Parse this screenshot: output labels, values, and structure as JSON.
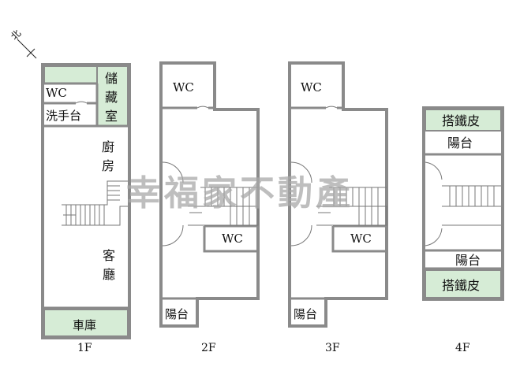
{
  "north_label": "北",
  "watermark": "幸福家不動產",
  "floors": {
    "f1": {
      "label": "1F",
      "rooms": {
        "wc": "WC",
        "sink": "洗手台",
        "storage": [
          "儲",
          "藏",
          "室"
        ],
        "kitchen": [
          "廚",
          "房"
        ],
        "living": [
          "客",
          "廳"
        ],
        "garage": "車庫"
      }
    },
    "f2": {
      "label": "2F",
      "rooms": {
        "wc_top": "WC",
        "wc_mid": "WC",
        "balcony": "陽台"
      }
    },
    "f3": {
      "label": "3F",
      "rooms": {
        "wc_top": "WC",
        "wc_mid": "WC",
        "balcony": "陽台"
      }
    },
    "f4": {
      "label": "4F",
      "rooms": {
        "shed_top": "搭鐵皮",
        "balcony_top": "陽台",
        "balcony_mid": "陽台",
        "shed_bottom": "搭鐵皮"
      }
    }
  },
  "colors": {
    "wall": "#8a8a8a",
    "green_fill": "#d6ecd6",
    "watermark": "#a9a9a9"
  }
}
